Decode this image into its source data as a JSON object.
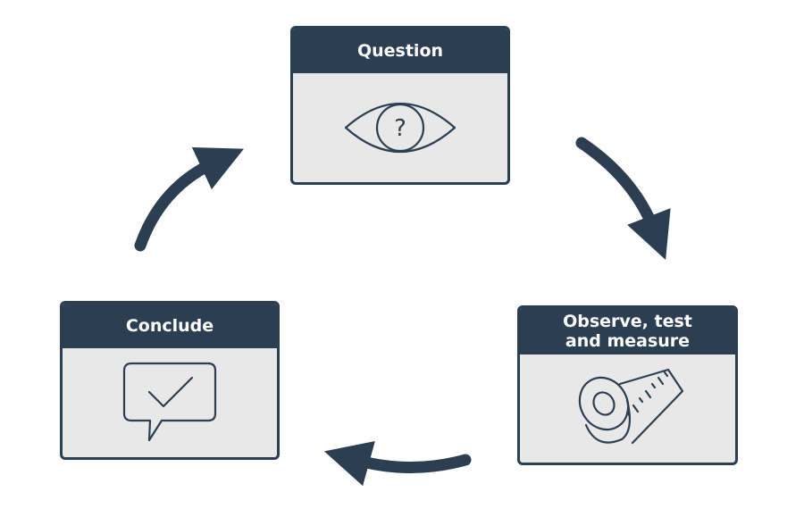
{
  "steps": {
    "question": {
      "label": "Question",
      "icon": "eye-question-icon"
    },
    "observe": {
      "label": "Observe, test\nand measure",
      "label_line1": "Observe, test",
      "label_line2": "and measure",
      "icon": "tape-measure-icon"
    },
    "conclude": {
      "label": "Conclude",
      "icon": "speech-bubble-check-icon"
    }
  },
  "colors": {
    "header": "#2c3e52",
    "card_body": "#e8e8e8",
    "arrow": "#2c3e52",
    "header_text": "#ffffff"
  },
  "arrows": [
    "cycle-arrow-question-to-observe",
    "cycle-arrow-observe-to-conclude",
    "cycle-arrow-conclude-to-question"
  ]
}
